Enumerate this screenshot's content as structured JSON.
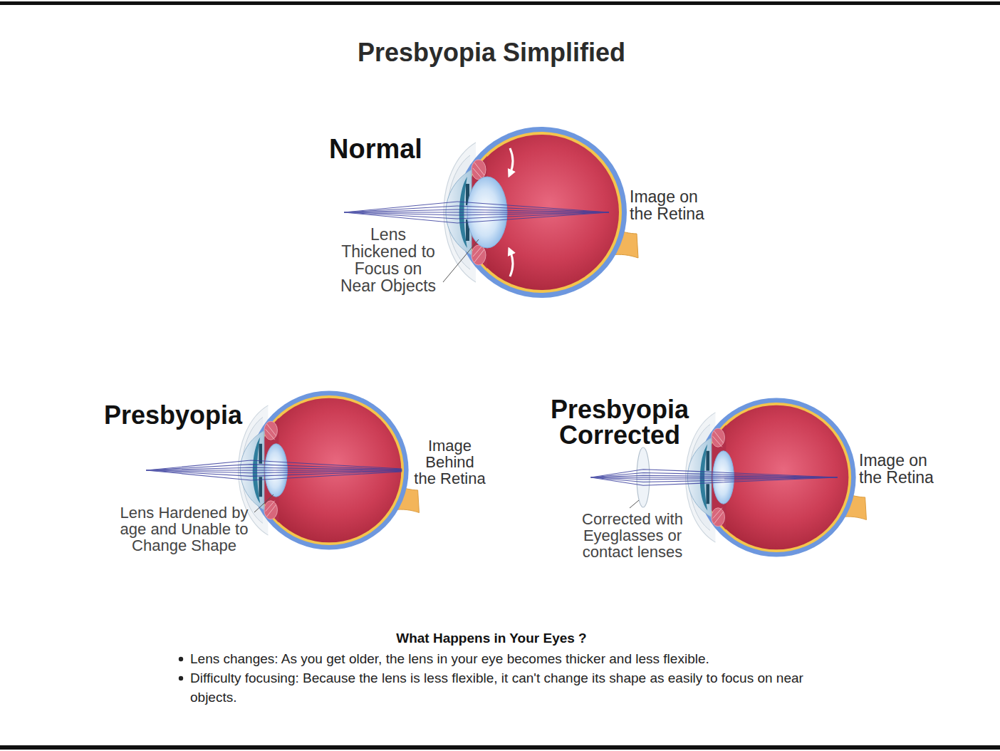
{
  "diagram": {
    "title": "Presbyopia Simplified",
    "labels": [
      "Normal",
      "Lens Thickened to Focus on Near Objects",
      "Image on the Retina",
      "Presbyopia",
      "Image Behind the Retina",
      "Lens Hardened by age and Unable to Change Shape",
      "Presbyopia Corrected",
      "Image on the Retina",
      "Corrected with Eyeglasses or contact lenses",
      "What Happens in Your Eyes ?",
      "Lens changes: As you get older, the lens in your eye becomes thicker and less flexible.",
      "Difficulty focusing: Because the lens is less flexible, it can't change its shape as easily to focus on near objects."
    ]
  }
}
